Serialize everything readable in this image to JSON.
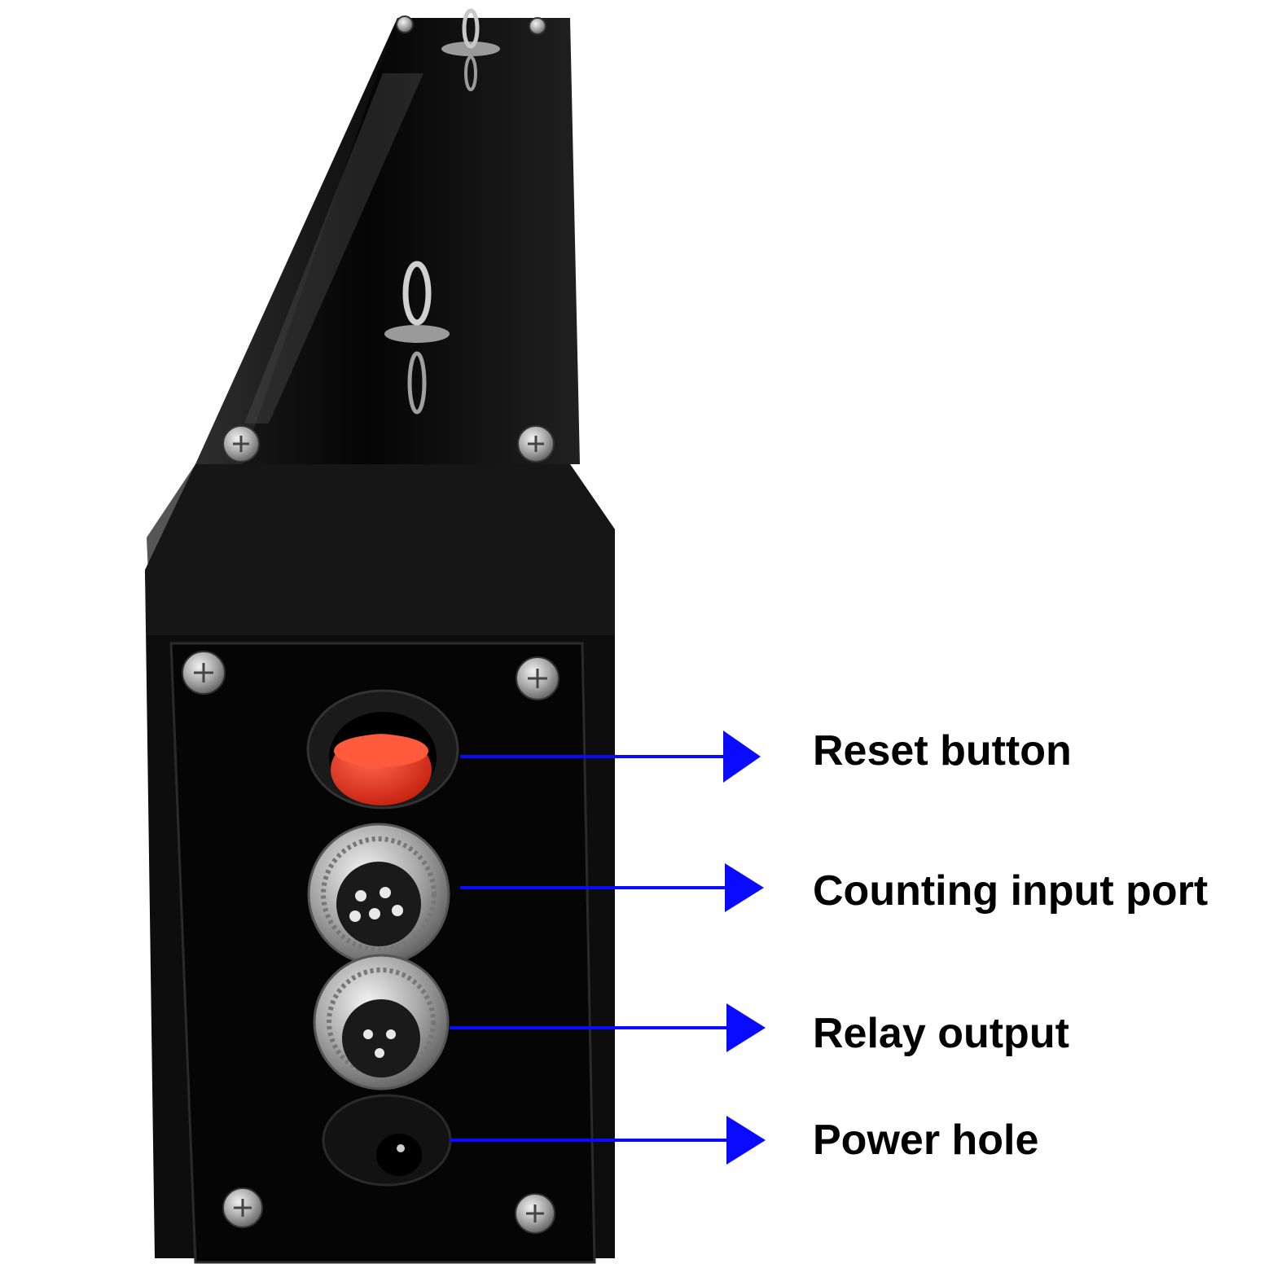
{
  "product": {
    "description_icons": [
      "eye-bolt-icon",
      "screw-icon",
      "reset-button-icon",
      "aviation-connector-icon",
      "dc-jack-icon"
    ]
  },
  "colors": {
    "housing": "#0b0b0b",
    "button": "#e0301e",
    "arrow": "#0a0aff",
    "metal": "#b8b8b8"
  },
  "callouts": [
    {
      "id": "reset",
      "label": "Reset button"
    },
    {
      "id": "counting",
      "label": "Counting input port"
    },
    {
      "id": "relay",
      "label": "Relay output"
    },
    {
      "id": "power",
      "label": "Power hole"
    }
  ]
}
